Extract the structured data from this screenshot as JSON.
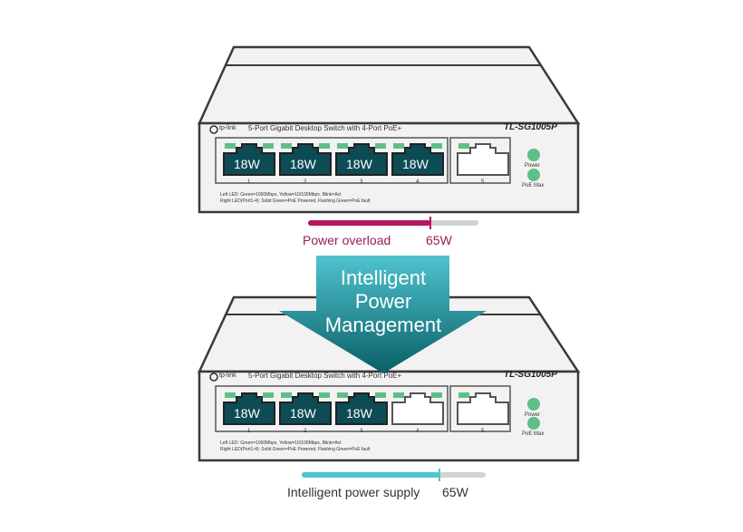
{
  "top_switch": {
    "brand": "tp-link",
    "description": "5-Port Gigabit Desktop Switch with 4-Port PoE+",
    "model": "TL-SG1005P",
    "ports": [
      {
        "number": "1",
        "label": "18W"
      },
      {
        "number": "2",
        "label": "18W"
      },
      {
        "number": "3",
        "label": "18W"
      },
      {
        "number": "4",
        "label": "18W"
      },
      {
        "number": "5",
        "label": ""
      }
    ],
    "led_note_1": "Left LED:  Green=1000Mbps, Yellow=10/100Mbps, Blink=Act",
    "led_note_2": "Right LED(Port1-4):  Solid Green=PoE Powered, Flashing Green=PoE fault",
    "power_label": "Power",
    "poe_max_label": "PoE Max"
  },
  "top_meter": {
    "caption": "Power overload",
    "limit_label": "65W",
    "fill_fraction": 0.72,
    "marker_fraction": 0.72,
    "fill_color": "#b5165f",
    "track_color": "#d2d2d2",
    "caption_color": "#9a1e55"
  },
  "arrow": {
    "line1": "Intelligent",
    "line2": "Power",
    "line3": "Management",
    "color_top": "#4fc3cf",
    "color_bottom": "#0a5f66"
  },
  "bottom_switch": {
    "brand": "tp-link",
    "description": "5-Port Gigabit Desktop Switch with 4-Port PoE+",
    "model": "TL-SG1005P",
    "ports": [
      {
        "number": "1",
        "label": "18W"
      },
      {
        "number": "2",
        "label": "18W"
      },
      {
        "number": "3",
        "label": "18W"
      },
      {
        "number": "4",
        "label": ""
      },
      {
        "number": "5",
        "label": ""
      }
    ],
    "led_note_1": "Left LED:  Green=1000Mbps, Yellow=10/100Mbps, Blink=Act",
    "led_note_2": "Right LED(Port1-4):  Solid Green=PoE Powered, Flashing Green=PoE fault",
    "power_label": "Power",
    "poe_max_label": "PoE Max"
  },
  "bottom_meter": {
    "caption": "Intelligent power supply",
    "limit_label": "65W",
    "fill_fraction": 0.75,
    "marker_fraction": 0.75,
    "fill_color": "#4fc4cf",
    "track_color": "#d2d2d2",
    "caption_color": "#333333"
  },
  "colors": {
    "outline": "#3a3a3a",
    "body": "#f2f2f2",
    "port_fill": "#0d4b55",
    "led_green": "#5fbf86"
  }
}
